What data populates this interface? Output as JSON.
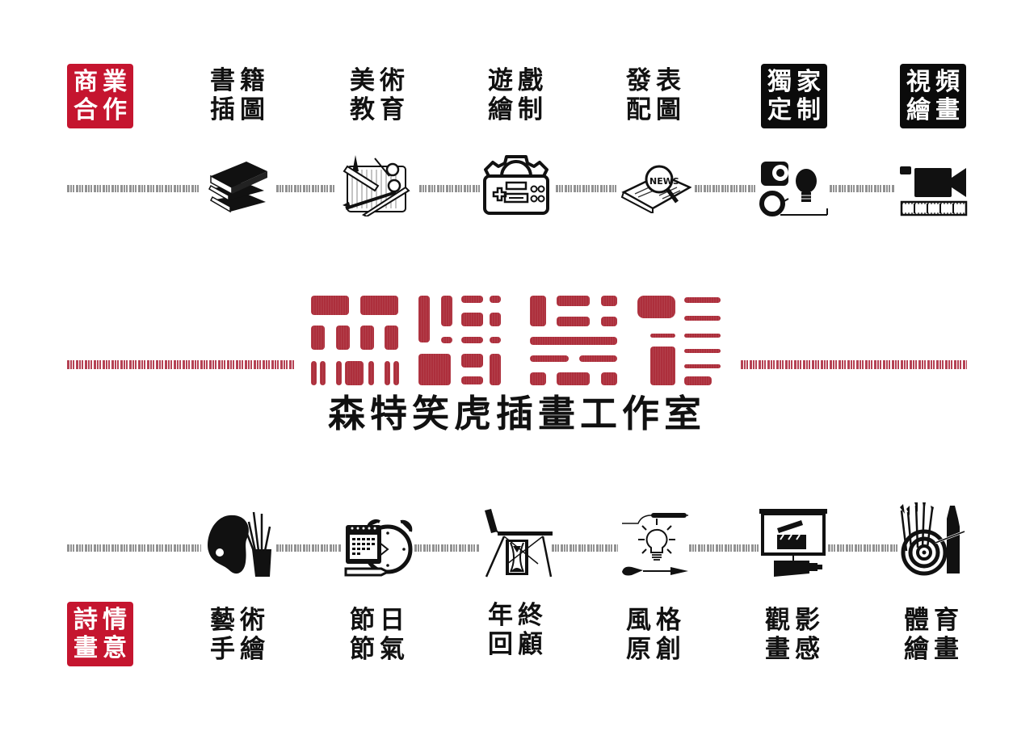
{
  "top_row": {
    "badge": {
      "line1": "商業",
      "line2": "合作",
      "color": "#c5152f"
    },
    "items": [
      {
        "line1": "書籍",
        "line2": "插圖",
        "icon": "books-stack-icon"
      },
      {
        "line1": "美術",
        "line2": "教育",
        "icon": "art-tools-icon"
      },
      {
        "line1": "遊戲",
        "line2": "繪制",
        "icon": "game-controller-gear-icon"
      },
      {
        "line1": "發表",
        "line2": "配圖",
        "icon": "newspaper-magnifier-icon"
      },
      {
        "line1": "獨家",
        "line2": "定制",
        "icon": "tape-bulb-icon",
        "badge": true
      },
      {
        "line1": "視頻",
        "line2": "繪畫",
        "icon": "video-camera-film-icon",
        "badge": true
      }
    ]
  },
  "logo": {
    "title": "森特笑虎插畫工作室",
    "mark_color": "#ad2f3c"
  },
  "bottom_row": {
    "badge": {
      "line1": "詩情",
      "line2": "畫意",
      "color": "#c5152f"
    },
    "items": [
      {
        "line1": "藝術",
        "line2": "手繪",
        "icon": "palette-brushes-icon"
      },
      {
        "line1": "節日",
        "line2": "節氣",
        "icon": "calendar-alarm-clock-icon"
      },
      {
        "line1": "年終",
        "line2": "回顧",
        "icon": "easel-hourglass-icon"
      },
      {
        "line1": "風格",
        "line2": "原創",
        "icon": "lightbulb-idea-icon"
      },
      {
        "line1": "觀影",
        "line2": "畫感",
        "icon": "screen-clapperboard-icon"
      },
      {
        "line1": "體育",
        "line2": "繪畫",
        "icon": "darts-target-icon"
      }
    ]
  }
}
